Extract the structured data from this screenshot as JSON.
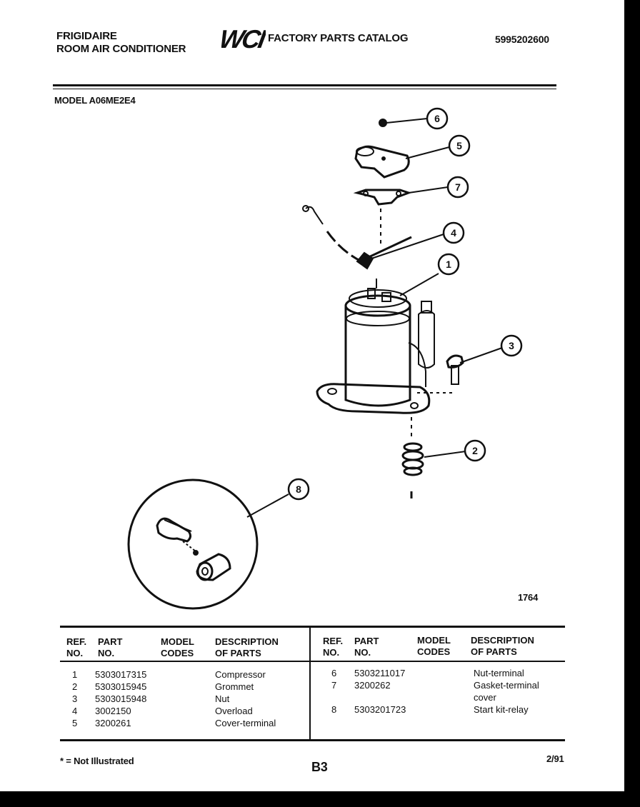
{
  "header": {
    "brand": "FRIGIDAIRE",
    "product": "ROOM AIR CONDITIONER",
    "logo_text": "WCI",
    "catalog_title": "FACTORY PARTS CATALOG",
    "catalog_number": "5995202600"
  },
  "model_label": "MODEL A06ME2E4",
  "diagram": {
    "figure_number": "1764",
    "callouts": [
      "1",
      "2",
      "3",
      "4",
      "5",
      "6",
      "7",
      "8"
    ]
  },
  "table": {
    "headers": {
      "ref": [
        "REF.",
        "NO."
      ],
      "part": [
        "PART",
        "NO."
      ],
      "model": [
        "MODEL",
        "CODES"
      ],
      "desc": [
        "DESCRIPTION",
        "OF PARTS"
      ]
    },
    "left_rows": [
      {
        "ref": "1",
        "part": "5303017315",
        "code": "",
        "desc": "Compressor"
      },
      {
        "ref": "2",
        "part": "5303015945",
        "code": "",
        "desc": "Grommet"
      },
      {
        "ref": "3",
        "part": "5303015948",
        "code": "",
        "desc": "Nut"
      },
      {
        "ref": "4",
        "part": "3002150",
        "code": "",
        "desc": "Overload"
      },
      {
        "ref": "5",
        "part": "3200261",
        "code": "",
        "desc": "Cover-terminal"
      }
    ],
    "right_rows": [
      {
        "ref": "6",
        "part": "5303211017",
        "code": "",
        "desc": "Nut-terminal"
      },
      {
        "ref": "7",
        "part": "3200262",
        "code": "",
        "desc": "Gasket-terminal"
      },
      {
        "ref": "",
        "part": "",
        "code": "",
        "desc": "cover"
      },
      {
        "ref": "8",
        "part": "5303201723",
        "code": "",
        "desc": "Start kit-relay"
      }
    ]
  },
  "footer": {
    "note": "* = Not Illustrated",
    "page": "B3",
    "date": "2/91"
  }
}
